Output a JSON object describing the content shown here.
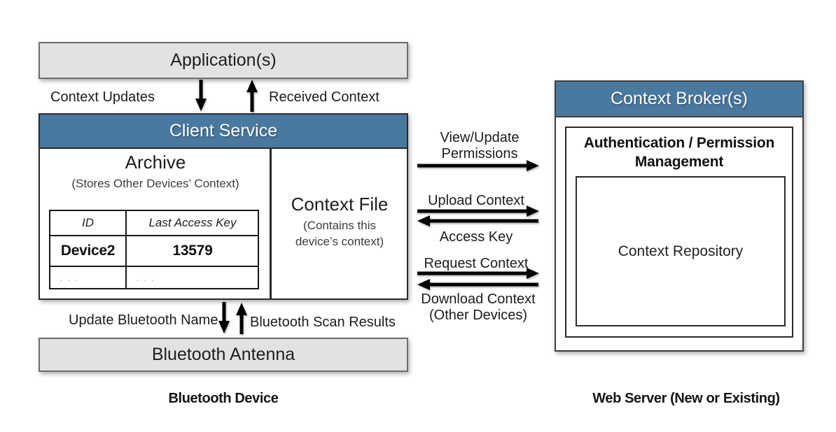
{
  "colors": {
    "accent_blue": "#4A79A0",
    "box_gray": "#E2E2E2",
    "border_dark": "#2A2A2A",
    "arrow_black": "#000000"
  },
  "bluetooth_device": {
    "caption": "Bluetooth Device",
    "application": {
      "label": "Application(s)"
    },
    "client_service": {
      "label": "Client Service",
      "archive": {
        "title": "Archive",
        "subtitle": "(Stores Other Devices’ Context)",
        "table": {
          "col_headers": [
            "ID",
            "Last Access Key"
          ],
          "rows": [
            {
              "id": "Device2",
              "last_access_key": "13579"
            },
            {
              "id": ". . .",
              "last_access_key": ". . ."
            }
          ]
        }
      },
      "context_file": {
        "title": "Context File",
        "subtitle_lines": [
          "(Contains this",
          "device’s context)"
        ]
      }
    },
    "antenna": {
      "label": "Bluetooth Antenna"
    },
    "links": {
      "app_to_client": "Context Updates",
      "client_to_app": "Received Context",
      "client_to_antenna": "Update Bluetooth Name",
      "antenna_to_client": "Bluetooth Scan Results"
    }
  },
  "channel_flows": [
    {
      "lines": [
        "View/Update",
        "Permissions"
      ],
      "direction": "right"
    },
    {
      "lines": [
        "Upload Context"
      ],
      "direction": "right"
    },
    {
      "lines": [
        "Access Key"
      ],
      "direction": "left"
    },
    {
      "lines": [
        "Request Context"
      ],
      "direction": "right"
    },
    {
      "lines": [
        "Download Context",
        "(Other Devices)"
      ],
      "direction": "left"
    }
  ],
  "web_server": {
    "caption": "Web Server (New or Existing)",
    "context_broker": {
      "label": "Context Broker(s)"
    },
    "auth": {
      "title_lines": [
        "Authentication / Permission",
        "Management"
      ]
    },
    "repository": {
      "label": "Context Repository"
    }
  }
}
